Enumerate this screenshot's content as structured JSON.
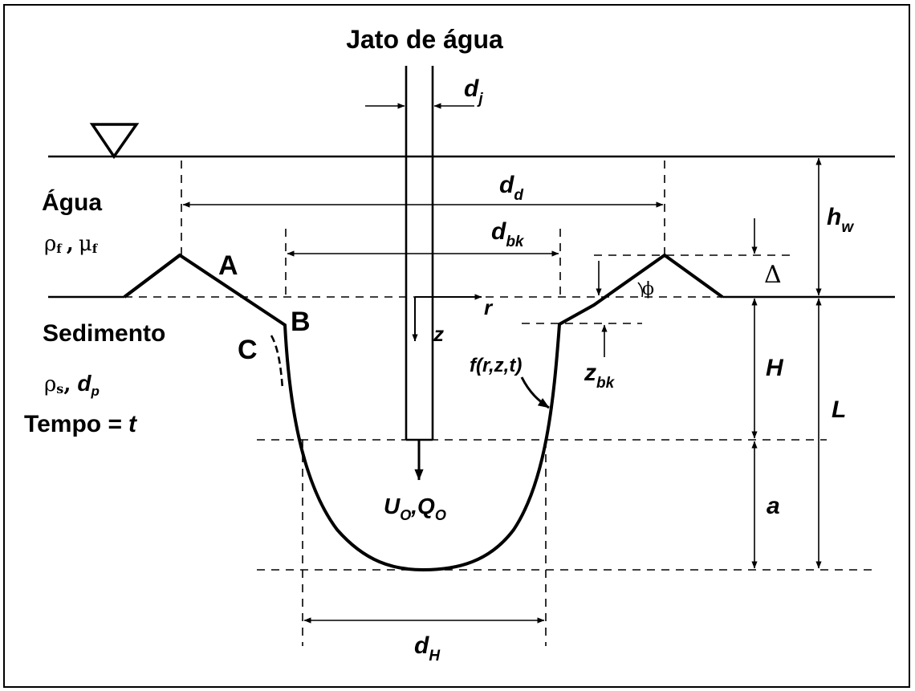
{
  "title": "Jato de água",
  "regions": {
    "water": "Água",
    "sediment": "Sedimento",
    "time": "Tempo ="
  },
  "properties": {
    "rho": "ρ",
    "mu": "μ",
    "f": "f",
    "s": "s",
    "d": "d",
    "p": "p",
    "t": "t",
    "comma": ","
  },
  "points": {
    "A": "A",
    "B": "B",
    "C": "C"
  },
  "dims": {
    "dj_main": "d",
    "dj_sub": "j",
    "dd_main": "d",
    "dd_sub": "d",
    "dbk_main": "d",
    "dbk_sub": "bk",
    "hw_main": "h",
    "hw_sub": "w",
    "delta": "Δ",
    "phi": "ϕ",
    "r": "r",
    "z": "z",
    "zbk_main": "z",
    "zbk_sub": "bk",
    "H": "H",
    "L": "L",
    "a": "a",
    "dH_main": "d",
    "dH_sub": "H",
    "profile": "f(r,z,t)",
    "U": "U",
    "U_sub": "O",
    "Q": "Q",
    "Q_sub": "O",
    "uq_comma": ","
  }
}
